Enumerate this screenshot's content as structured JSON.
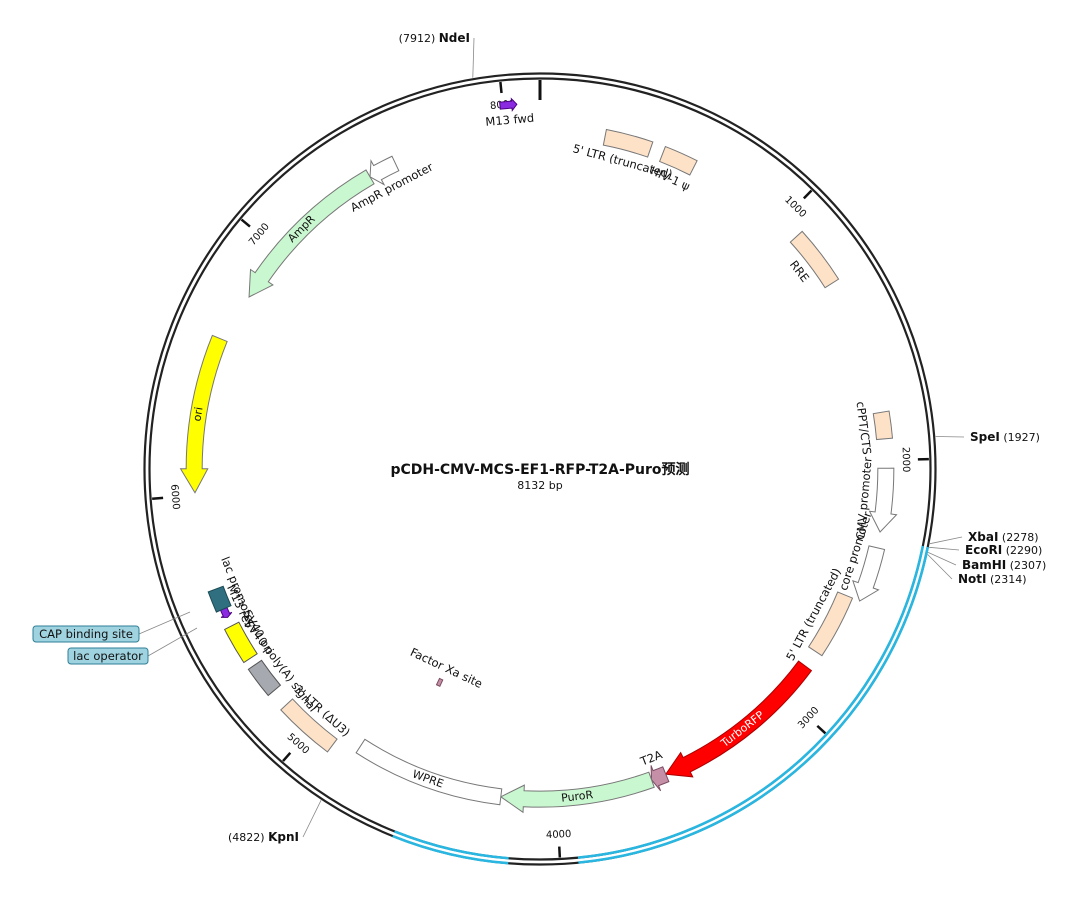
{
  "plasmid": {
    "name": "pCDH-CMV-MCS-EF1-RFP-T2A-Puro预测",
    "length_label": "8132 bp",
    "length": 8132
  },
  "ticks": [
    {
      "pos": 1000,
      "label": "1000"
    },
    {
      "pos": 2000,
      "label": "2000"
    },
    {
      "pos": 3000,
      "label": "3000"
    },
    {
      "pos": 4000,
      "label": "4000"
    },
    {
      "pos": 5000,
      "label": "5000"
    },
    {
      "pos": 6000,
      "label": "6000"
    },
    {
      "pos": 7000,
      "label": "7000"
    },
    {
      "pos": 8000,
      "label": "8000"
    }
  ],
  "restriction_sites": [
    {
      "name": "NdeI",
      "position": "(7912)",
      "pos": 7912,
      "side": "left"
    },
    {
      "name": "SpeI",
      "position": "(1927)",
      "pos": 1927,
      "side": "right"
    },
    {
      "name": "XbaI",
      "position": "(2278)",
      "pos": 2278,
      "side": "right"
    },
    {
      "name": "EcoRI",
      "position": "(2290)",
      "pos": 2290,
      "side": "right"
    },
    {
      "name": "BamHI",
      "position": "(2307)",
      "pos": 2307,
      "side": "right"
    },
    {
      "name": "NotI",
      "position": "(2314)",
      "pos": 2314,
      "side": "right"
    },
    {
      "name": "KpnI",
      "position": "(4822)",
      "pos": 4822,
      "side": "left"
    }
  ],
  "backbone_highlight": [
    {
      "start": 2290,
      "end": 3940,
      "color": "#29b6e0"
    },
    {
      "start": 4170,
      "end": 4560,
      "color": "#29b6e0"
    }
  ],
  "features": [
    {
      "id": "m13-fwd",
      "label": "M13 fwd",
      "start": 7990,
      "end": 8050,
      "dir": 1,
      "color": "#8a2be2",
      "stroke": "#4b0082",
      "arrow": true,
      "ring": 0.93
    },
    {
      "id": "ltr5-trunc",
      "label": "5' LTR (truncated)",
      "start": 250,
      "end": 430,
      "dir": 0,
      "color": "#fde2c8",
      "stroke": "#777",
      "ring": 0.86
    },
    {
      "id": "hiv1-psi",
      "label": "HIV-1 ψ",
      "start": 480,
      "end": 610,
      "dir": 0,
      "color": "#fde2c8",
      "stroke": "#777",
      "ring": 0.86
    },
    {
      "id": "rre",
      "label": "RRE",
      "start": 1080,
      "end": 1300,
      "dir": 0,
      "color": "#fde2c8",
      "stroke": "#777",
      "ring": 0.88
    },
    {
      "id": "cppt",
      "label": "cPPT/CTS",
      "start": 1820,
      "end": 1920,
      "dir": 0,
      "color": "#fde2c8",
      "stroke": "#777",
      "ring": 0.88
    },
    {
      "id": "cmv-prom",
      "label": "CMV promoter",
      "start": 2030,
      "end": 2270,
      "dir": 1,
      "color": "#ffffff",
      "stroke": "#777",
      "arrow": true,
      "ring": 0.88
    },
    {
      "id": "ef1a",
      "label": "EF-1α core promoter",
      "start": 2330,
      "end": 2540,
      "dir": 1,
      "color": "#ffffff",
      "stroke": "#777",
      "arrow": true,
      "ring": 0.88
    },
    {
      "id": "ltr5b",
      "label": "5' LTR (truncated)",
      "start": 2540,
      "end": 2790,
      "dir": 0,
      "color": "#fde2c8",
      "stroke": "#777",
      "ring": 0.84
    },
    {
      "id": "turborfp",
      "label": "TurboRFP",
      "start": 2860,
      "end": 3560,
      "dir": 1,
      "color": "#ff0000",
      "stroke": "#aa0000",
      "arrow": true,
      "ring": 0.84,
      "inside": true,
      "textColor": "#ffffff"
    },
    {
      "id": "t2a",
      "label": "T2A",
      "start": 3560,
      "end": 3620,
      "dir": 1,
      "color": "#c58fa8",
      "stroke": "#7a4d60",
      "arrow": true,
      "ring": 0.84
    },
    {
      "id": "puror",
      "label": "PuroR",
      "start": 3620,
      "end": 4220,
      "dir": 1,
      "color": "#c9f7cf",
      "stroke": "#777",
      "arrow": true,
      "ring": 0.84,
      "inside": true
    },
    {
      "id": "wpre",
      "label": "WPRE",
      "start": 4220,
      "end": 4810,
      "dir": 0,
      "color": "#ffffff",
      "stroke": "#777",
      "ring": 0.84,
      "inside": true
    },
    {
      "id": "factor-xa",
      "label": "Factor Xa site",
      "start": 4625,
      "end": 4645,
      "dir": 0,
      "color": "#c58fa8",
      "stroke": "#7a4d60",
      "ring": 0.6
    },
    {
      "id": "ltr3",
      "label": "3' LTR (ΔU3)",
      "start": 4900,
      "end": 5130,
      "dir": 0,
      "color": "#fde2c8",
      "stroke": "#777",
      "ring": 0.88
    },
    {
      "id": "sv40-polya",
      "label": "SV40 poly(A) signal",
      "start": 5200,
      "end": 5320,
      "dir": 0,
      "color": "#a6aab0",
      "stroke": "#555",
      "ring": 0.88
    },
    {
      "id": "sv40-ori",
      "label": "SV40 ori",
      "start": 5350,
      "end": 5490,
      "dir": 0,
      "color": "#ffff00",
      "stroke": "#555",
      "ring": 0.88
    },
    {
      "id": "m13-rev",
      "label": "M13 rev",
      "start": 5525,
      "end": 5560,
      "dir": -1,
      "color": "#8a2be2",
      "stroke": "#4b0082",
      "arrow": true,
      "ring": 0.88
    },
    {
      "id": "lac-prom",
      "label": "lac promoter",
      "start": 5560,
      "end": 5640,
      "dir": 0,
      "color": "#2f6f7f",
      "stroke": "#1b4b56",
      "ring": 0.88
    },
    {
      "id": "ori",
      "label": "ori",
      "start": 6010,
      "end": 6600,
      "dir": -1,
      "color": "#ffff00",
      "stroke": "#777",
      "arrow": true,
      "ring": 0.88,
      "inside": true
    },
    {
      "id": "ampr",
      "label": "AmpR",
      "start": 6790,
      "end": 7450,
      "dir": -1,
      "color": "#c9f7cf",
      "stroke": "#777",
      "arrow": true,
      "ring": 0.86,
      "inside": true
    },
    {
      "id": "ampr-prom",
      "label": "AmpR promoter",
      "start": 7450,
      "end": 7560,
      "dir": -1,
      "color": "#ffffff",
      "stroke": "#777",
      "arrow": true,
      "ring": 0.86
    }
  ],
  "badges": [
    {
      "id": "cap-binding",
      "label": "CAP binding site"
    },
    {
      "id": "lac-operator",
      "label": "lac operator"
    }
  ],
  "colors": {
    "backbone": "#222222",
    "badge_fill": "#9fd3e0",
    "badge_stroke": "#2f7f97"
  }
}
